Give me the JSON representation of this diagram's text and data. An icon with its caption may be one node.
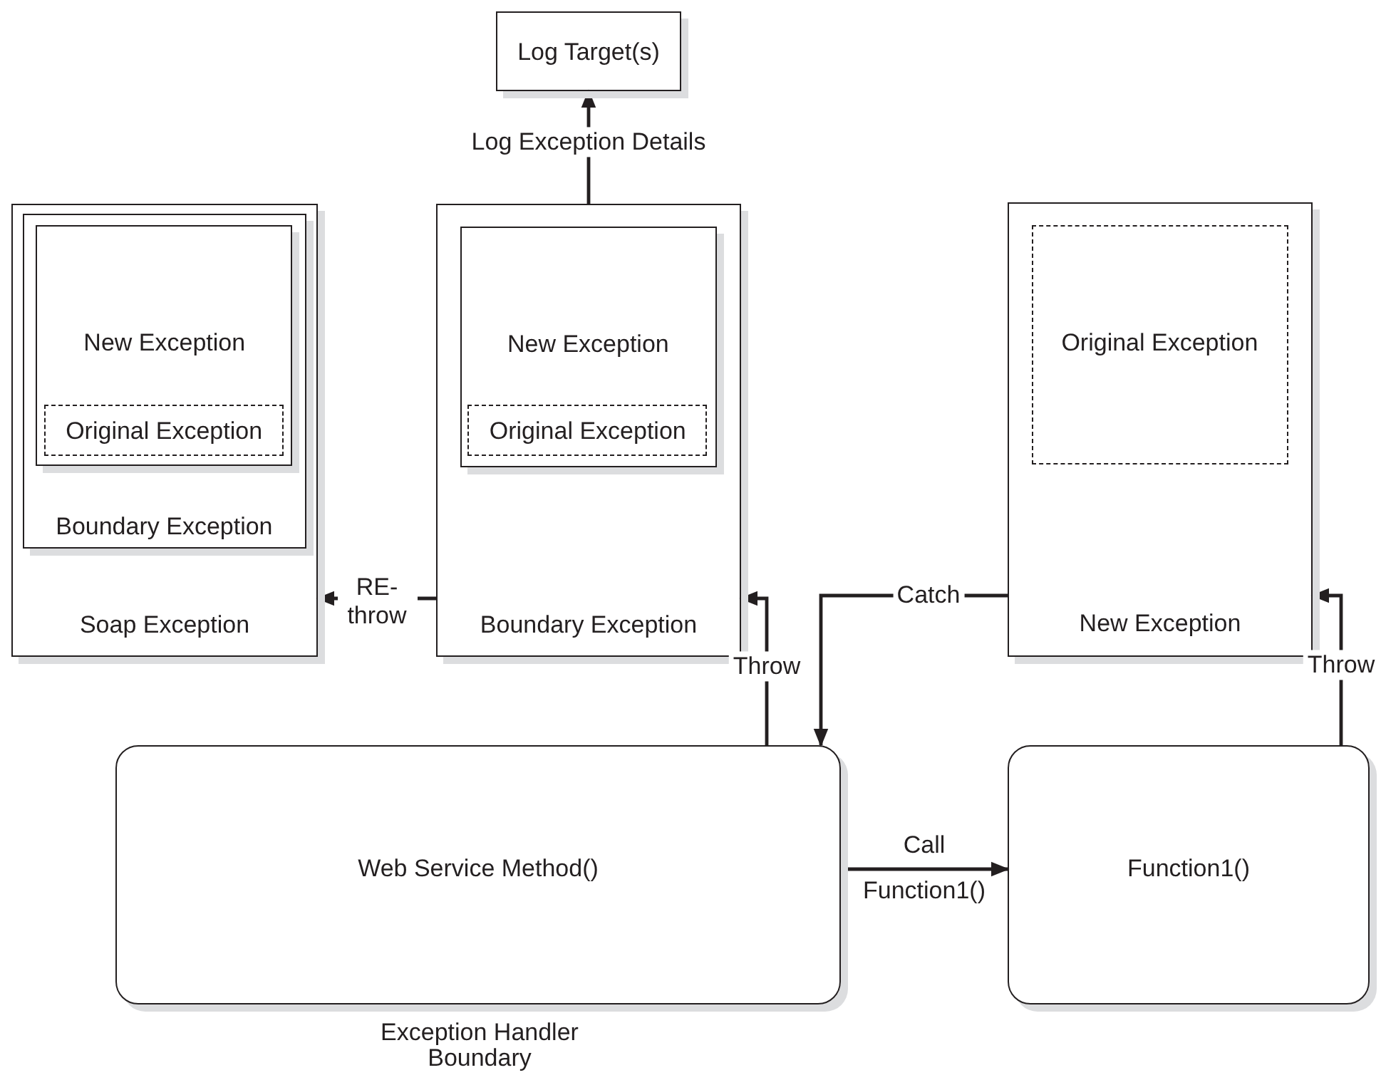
{
  "diagram": {
    "nodes": [
      {
        "text": [
          "Log Target(s)"
        ]
      },
      {
        "text": [
          "Soap Exception"
        ]
      },
      {
        "text": [
          "Boundary Exception"
        ],
        "in": 1
      },
      {
        "text": [
          "New Exception"
        ],
        "in": 2
      },
      {
        "text": [
          "Original Exception"
        ],
        "in": 3
      },
      {
        "text": [
          "Boundary Exception"
        ]
      },
      {
        "text": [
          "New Exception"
        ],
        "in": 5
      },
      {
        "text": [
          "Original Exception"
        ],
        "in": 6
      },
      {
        "text": [
          "New Exception"
        ]
      },
      {
        "text": [
          "Original Exception"
        ],
        "in": 8
      },
      {
        "text": [
          "Web Service Method()"
        ],
        "beside": [
          "Exception Handler Boundary"
        ]
      },
      {
        "text": [
          "Function1()"
        ]
      }
    ],
    "edges": [
      {
        "from": 5,
        "to": 0,
        "arrow": "to",
        "label": "Log Exception Details"
      },
      {
        "from": 5,
        "to": 1,
        "arrow": "to",
        "label": "RE-throw"
      },
      {
        "from": 10,
        "to": 5,
        "arrow": "to",
        "label": "Throw"
      },
      {
        "from": 8,
        "to": 10,
        "arrow": "to",
        "label": "Catch"
      },
      {
        "from": 11,
        "to": 8,
        "arrow": "to",
        "label": "Throw"
      },
      {
        "from": 10,
        "to": 11,
        "arrow": "to",
        "label": "Call Function1()"
      }
    ]
  }
}
